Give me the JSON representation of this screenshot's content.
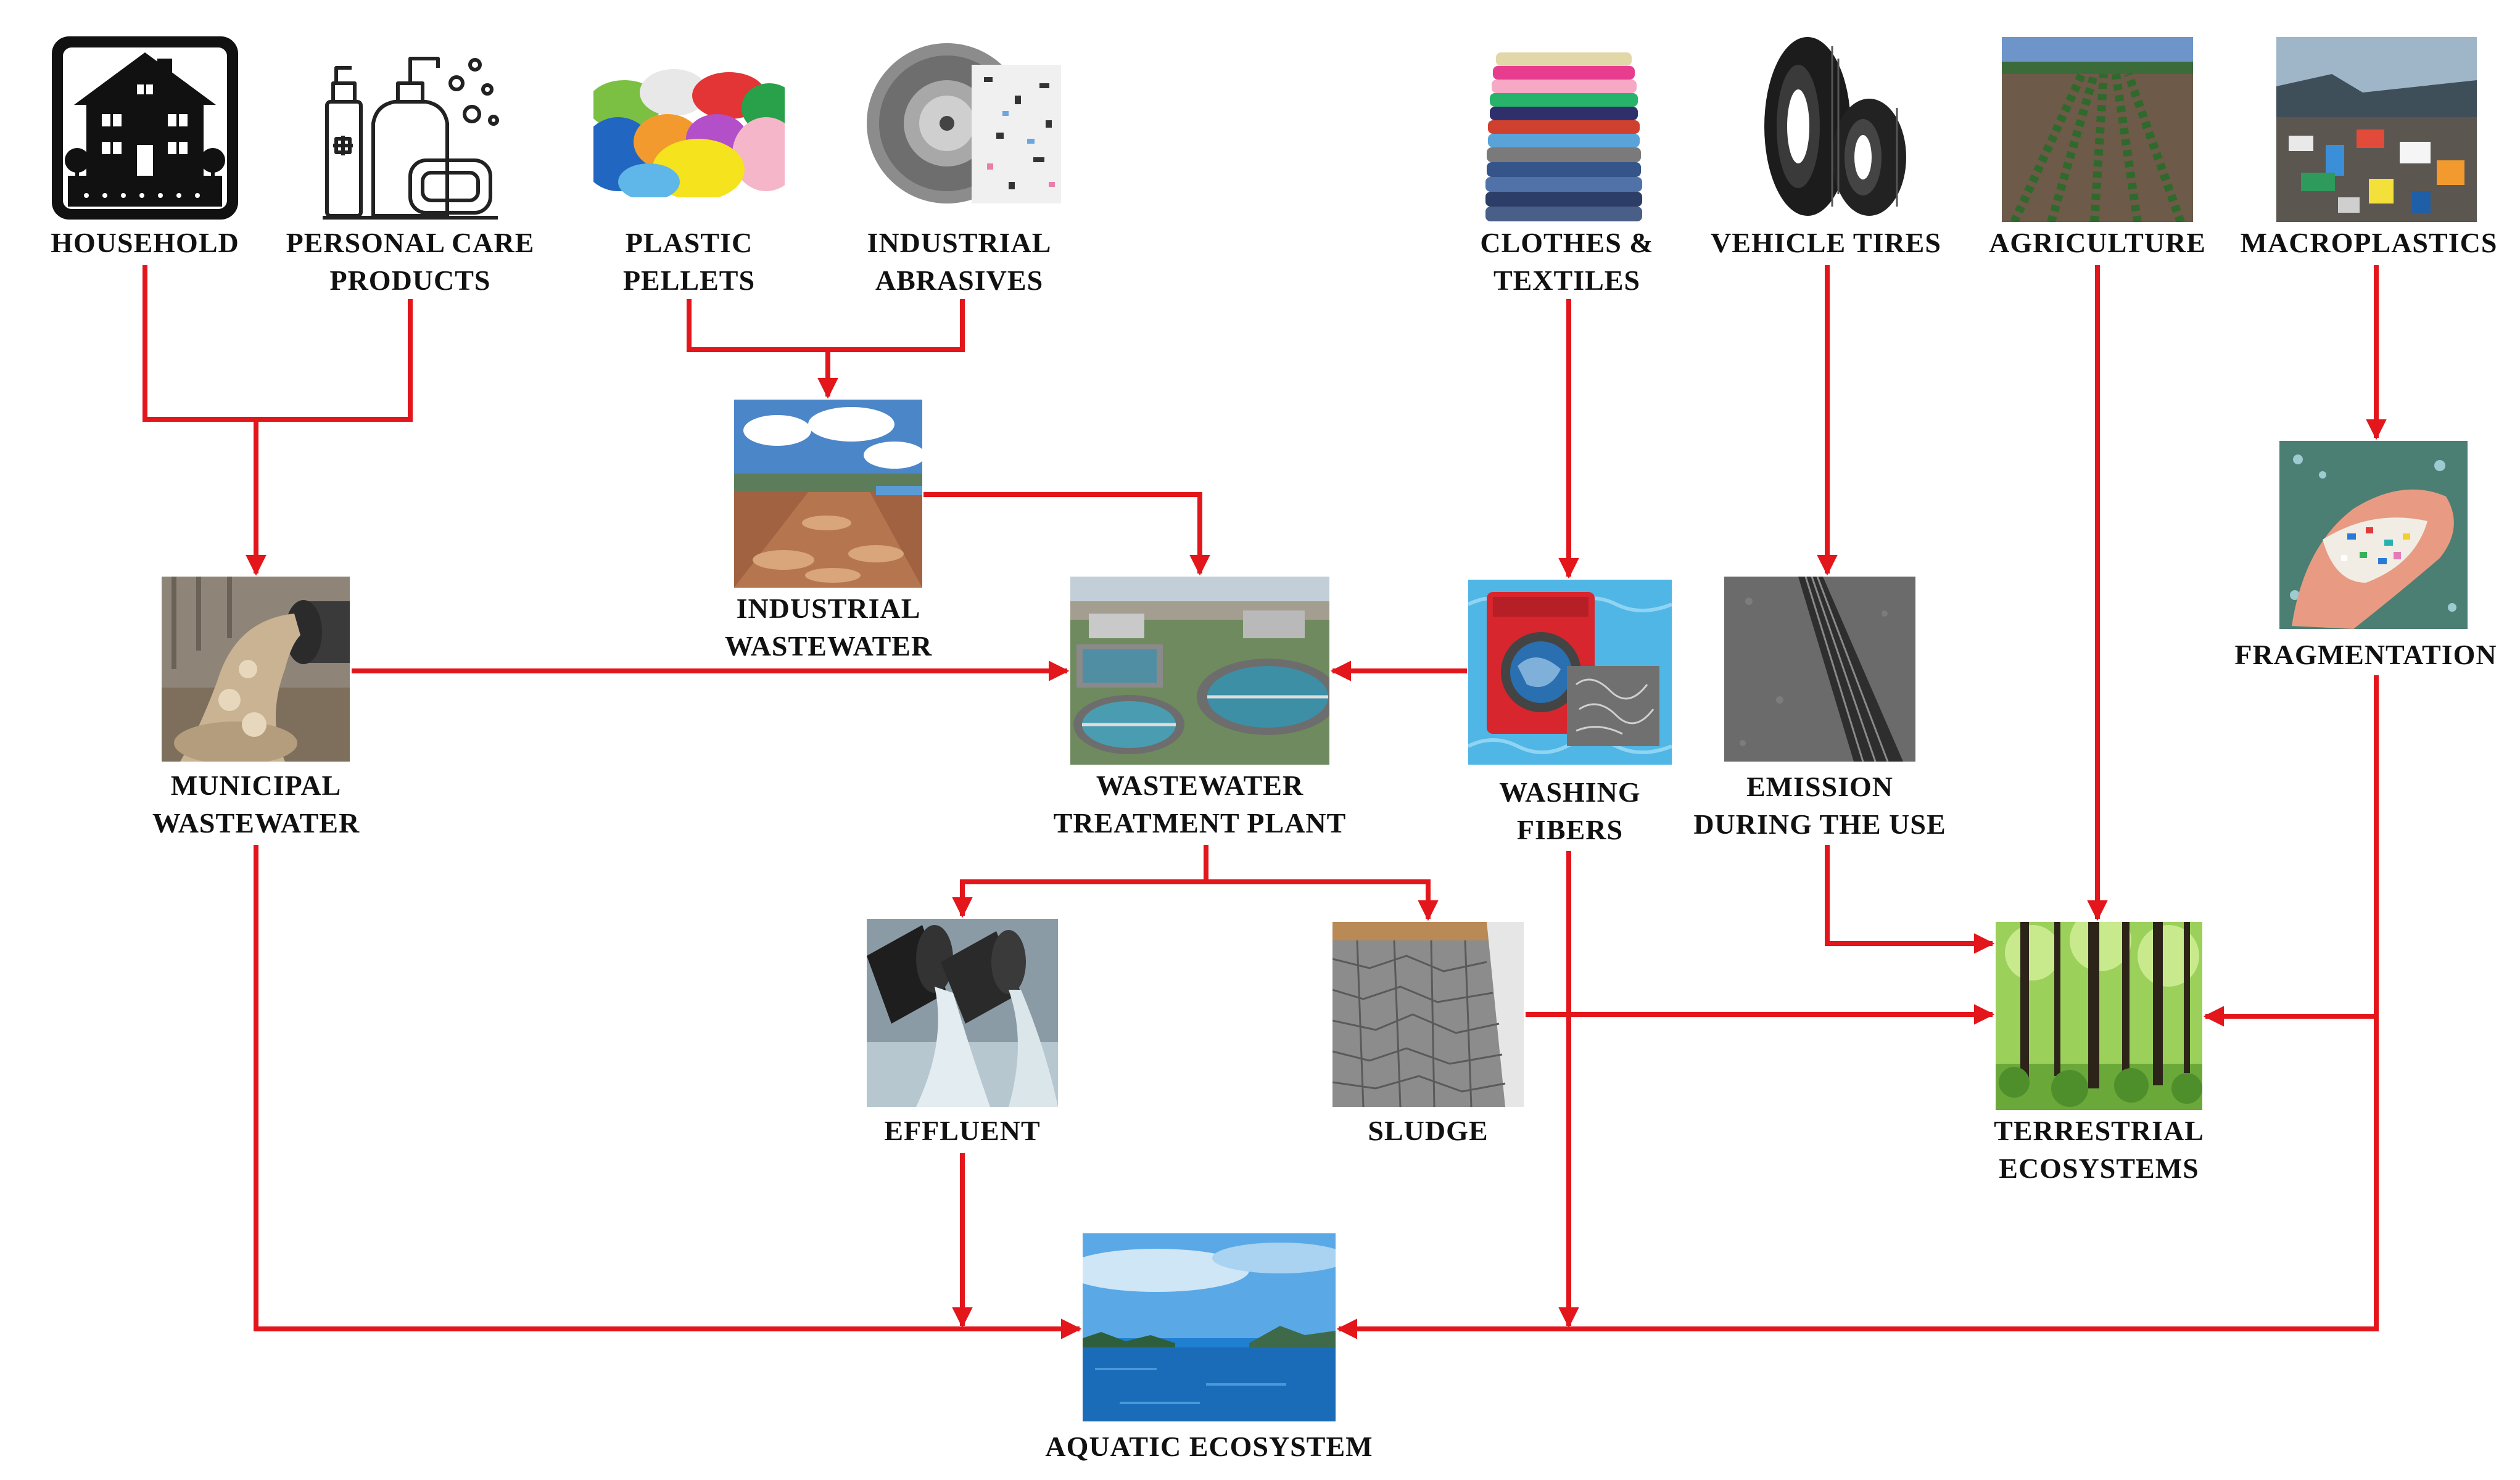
{
  "colors": {
    "arrow": "#e3161b",
    "label": "#111111",
    "background": "#ffffff"
  },
  "nodes": {
    "household": {
      "lines": [
        "HOUSEHOLD"
      ],
      "icon": "house-icon"
    },
    "personal_care": {
      "lines": [
        "PERSONAL CARE",
        "PRODUCTS"
      ],
      "icon": "cosmetics-bottles-icon"
    },
    "plastic_pellets": {
      "lines": [
        "PLASTIC",
        "PELLETS"
      ],
      "icon": "plastic-pellets-photo"
    },
    "industrial_abrasives": {
      "lines": [
        "INDUSTRIAL",
        "ABRASIVES"
      ],
      "icon": "abrasive-wheel-photo"
    },
    "clothes": {
      "lines": [
        "CLOTHES &",
        "TEXTILES"
      ],
      "icon": "clothes-stack-photo"
    },
    "tires": {
      "lines": [
        "VEHICLE TIRES"
      ],
      "icon": "tires-photo"
    },
    "agriculture": {
      "lines": [
        "AGRICULTURE"
      ],
      "icon": "farm-field-photo"
    },
    "macroplastics": {
      "lines": [
        "MACROPLASTICS"
      ],
      "icon": "beach-litter-photo"
    },
    "industrial_ww": {
      "lines": [
        "INDUSTRIAL",
        "WASTEWATER"
      ],
      "icon": "settling-basin-photo"
    },
    "municipal_ww": {
      "lines": [
        "MUNICIPAL",
        "WASTEWATER"
      ],
      "icon": "outfall-pipe-photo"
    },
    "wwtp": {
      "lines": [
        "WASTEWATER",
        "TREATMENT PLANT"
      ],
      "icon": "treatment-plant-photo"
    },
    "washing": {
      "lines": [
        "WASHING",
        "FIBERS"
      ],
      "icon": "washing-machine-photo"
    },
    "emission": {
      "lines": [
        "EMISSION",
        "DURING THE USE"
      ],
      "icon": "tire-tracks-photo"
    },
    "fragmentation": {
      "lines": [
        "FRAGMENTATION"
      ],
      "icon": "microplastics-hand-photo"
    },
    "effluent": {
      "lines": [
        "EFFLUENT"
      ],
      "icon": "effluent-pipes-photo"
    },
    "sludge": {
      "lines": [
        "SLUDGE"
      ],
      "icon": "dried-sludge-photo"
    },
    "terrestrial": {
      "lines": [
        "TERRESTRIAL",
        "ECOSYSTEMS"
      ],
      "icon": "forest-photo"
    },
    "aquatic": {
      "lines": [
        "AQUATIC ECOSYSTEM"
      ],
      "icon": "lake-photo"
    }
  },
  "edges": [
    {
      "from": "household",
      "to": "municipal_ww"
    },
    {
      "from": "personal_care",
      "to": "municipal_ww"
    },
    {
      "from": "plastic_pellets",
      "to": "industrial_ww"
    },
    {
      "from": "industrial_abrasives",
      "to": "industrial_ww"
    },
    {
      "from": "industrial_ww",
      "to": "wwtp"
    },
    {
      "from": "municipal_ww",
      "to": "wwtp"
    },
    {
      "from": "clothes",
      "to": "washing"
    },
    {
      "from": "washing",
      "to": "wwtp"
    },
    {
      "from": "tires",
      "to": "emission"
    },
    {
      "from": "macroplastics",
      "to": "fragmentation"
    },
    {
      "from": "wwtp",
      "to": "effluent"
    },
    {
      "from": "wwtp",
      "to": "sludge"
    },
    {
      "from": "emission",
      "to": "terrestrial"
    },
    {
      "from": "agriculture",
      "to": "terrestrial"
    },
    {
      "from": "sludge",
      "to": "terrestrial"
    },
    {
      "from": "fragmentation",
      "to": "terrestrial"
    },
    {
      "from": "municipal_ww",
      "to": "aquatic"
    },
    {
      "from": "effluent",
      "to": "aquatic"
    },
    {
      "from": "washing",
      "to": "aquatic"
    },
    {
      "from": "fragmentation",
      "to": "aquatic"
    }
  ]
}
